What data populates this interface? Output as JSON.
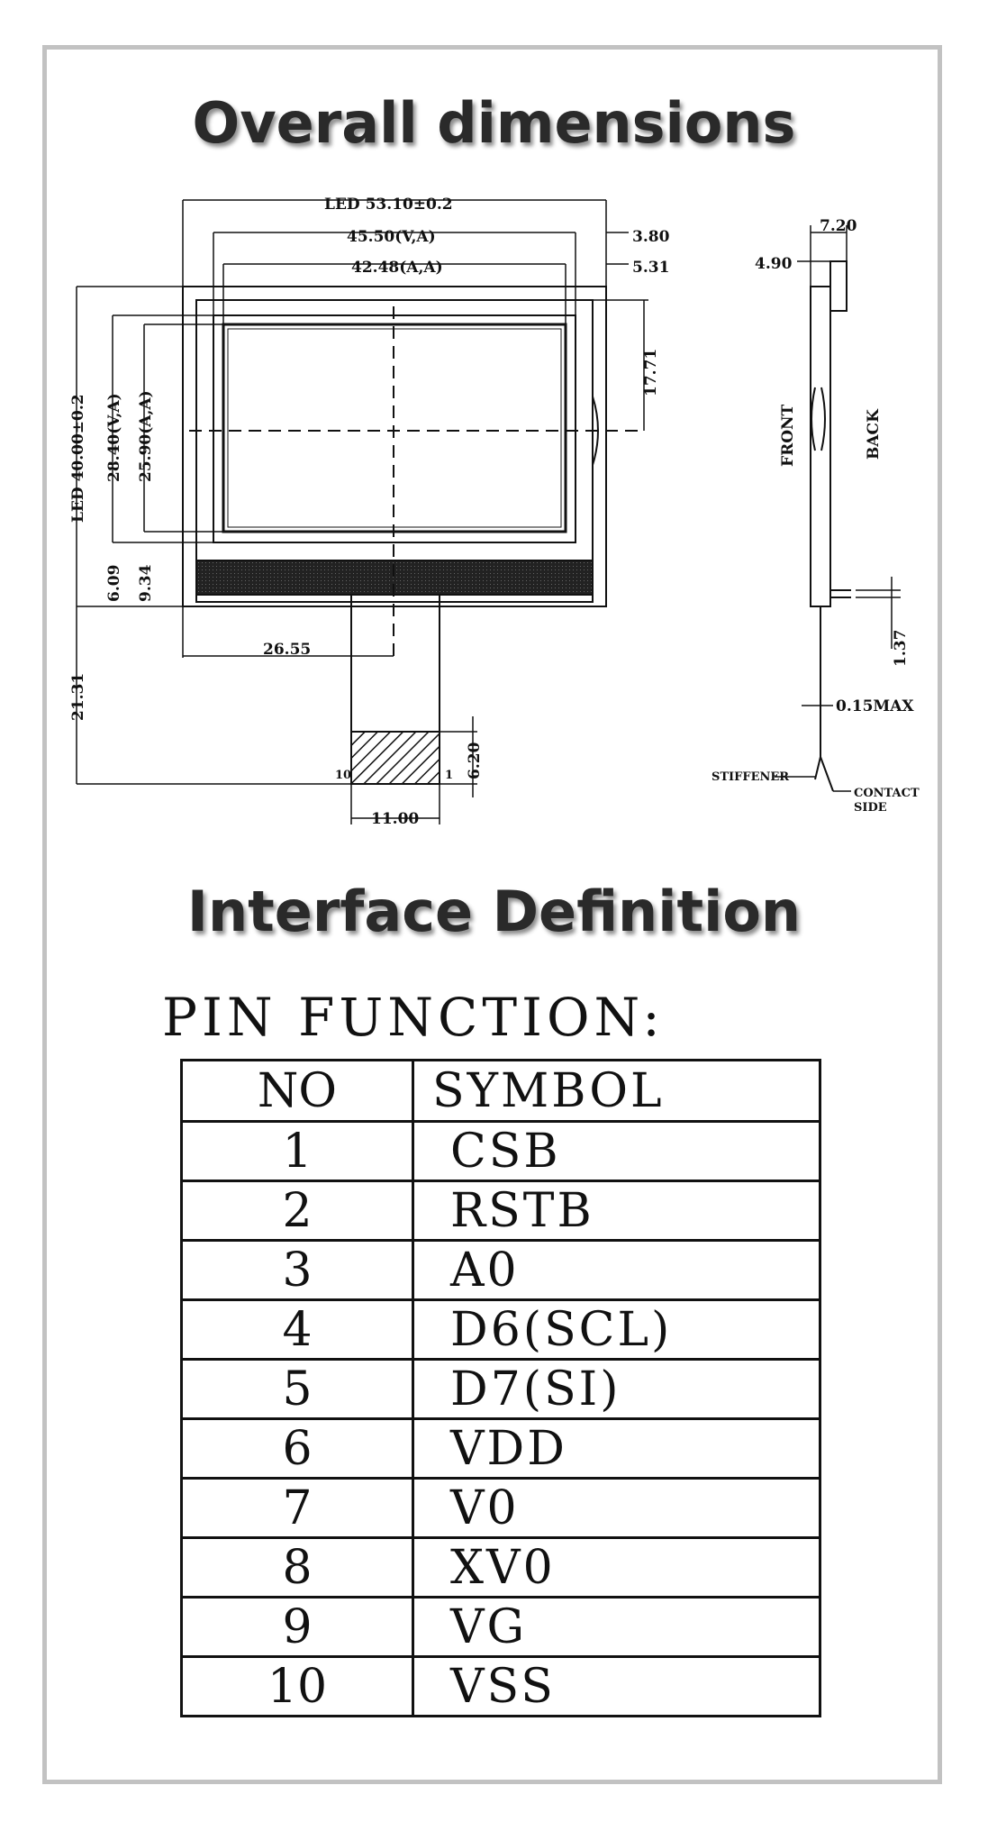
{
  "titles": {
    "overall": "Overall dimensions",
    "interface": "Interface Definition",
    "pin_function": "PIN FUNCTION:"
  },
  "front_view": {
    "led_width": "LED 53.10±0.2",
    "va_width": "45.50(V,A)",
    "aa_width": "42.48(A,A)",
    "right_offset_top": "3.80",
    "right_offset_mid": "5.31",
    "half_height": "17.71",
    "led_height": "LED 40.00±0.2",
    "va_height": "28.40(V,A)",
    "aa_height": "25.90(A,A)",
    "bottom_offset_1": "6.09",
    "bottom_offset_2": "9.34",
    "half_width": "26.55",
    "fpc_total": "21.31",
    "fpc_pad_height": "6.20",
    "fpc_width": "11.00",
    "pin_left": "10",
    "pin_right": "1"
  },
  "side_view": {
    "width": "7.20",
    "thickness": "4.90",
    "front_label": "FRONT",
    "back_label": "BACK",
    "fpc_offset": "1.37",
    "fpc_max": "0.15MAX",
    "stiffener": "STIFFENER",
    "contact": "CONTACT",
    "side": "SIDE"
  },
  "table": {
    "header_no": "NO",
    "header_symbol": "SYMBOL",
    "rows": [
      {
        "no": "1",
        "symbol": "CSB"
      },
      {
        "no": "2",
        "symbol": "RSTB"
      },
      {
        "no": "3",
        "symbol": "A0"
      },
      {
        "no": "4",
        "symbol": "D6(SCL)"
      },
      {
        "no": "5",
        "symbol": "D7(SI)"
      },
      {
        "no": "6",
        "symbol": "VDD"
      },
      {
        "no": "7",
        "symbol": "V0"
      },
      {
        "no": "8",
        "symbol": "XV0"
      },
      {
        "no": "9",
        "symbol": "VG"
      },
      {
        "no": "10",
        "symbol": "VSS"
      }
    ]
  }
}
